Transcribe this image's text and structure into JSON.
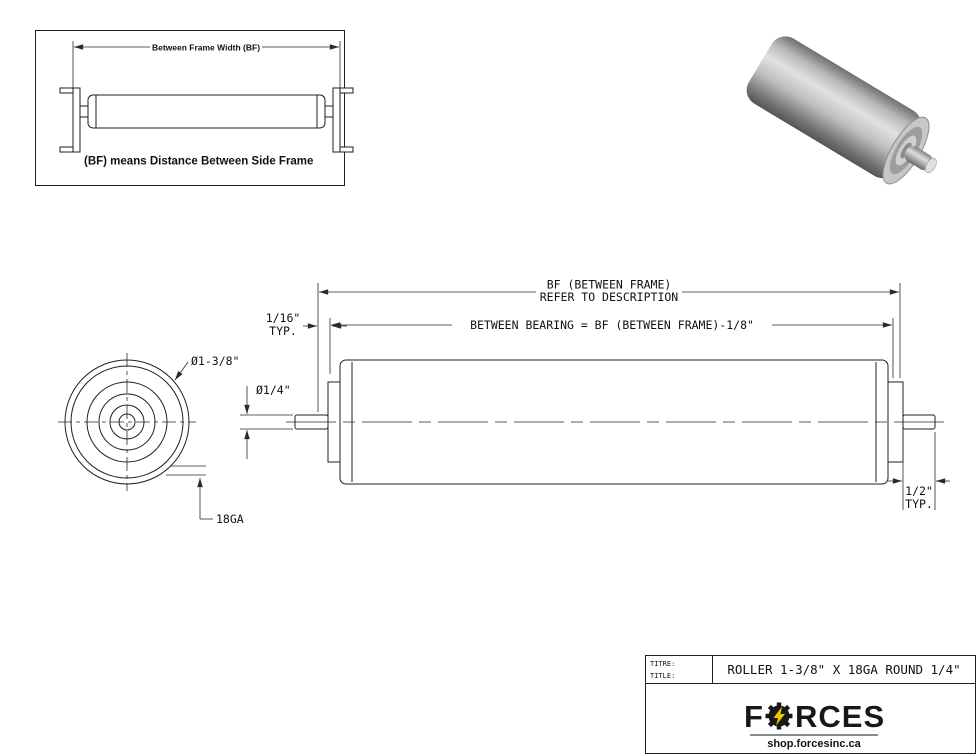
{
  "inset": {
    "dim_label": "Between Frame Width (BF)",
    "caption": "(BF) means Distance Between Side Frame"
  },
  "drawing": {
    "bf_line1": "BF (BETWEEN FRAME)",
    "bf_line2": "REFER TO DESCRIPTION",
    "between_bearing": "BETWEEN BEARING = BF (BETWEEN FRAME)-1/8\"",
    "typ_116_value": "1/16\"",
    "typ_116_suffix": "TYP.",
    "shaft_dia": "Ø1/4\"",
    "roller_dia": "Ø1-3/8\"",
    "gauge": "18GA",
    "typ_12_value": "1/2\"",
    "typ_12_suffix": "TYP."
  },
  "title_block": {
    "label_titre": "TITRE:",
    "label_title": "TITLE:",
    "drawing_title": "ROLLER 1-3/8\" X 18GA ROUND 1/4\"",
    "brand_f": "F",
    "brand_rces": "RCES",
    "website": "shop.forcesinc.ca"
  },
  "colors": {
    "line": "#1f1f1f",
    "accent_yellow": "#f5c400"
  }
}
